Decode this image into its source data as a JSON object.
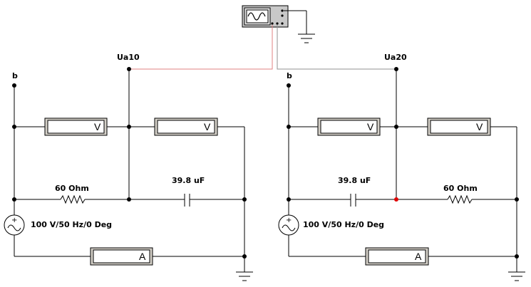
{
  "colors": {
    "wire": "#000000",
    "probe_wire": "#e08080",
    "probe_wire_2": "#909090",
    "junction": "#000000",
    "highlight_junction": "#e00000",
    "meter_body": "#d4d0c8",
    "oscilloscope_body": "#c8c8c8"
  },
  "oscilloscope": {
    "icon": "sine-wave-icon"
  },
  "circuit_left": {
    "node_b_label": "b",
    "node_ua_label": "Ua10",
    "resistor_label": "60 Ohm",
    "capacitor_label": "39.8 uF",
    "source_label": "100 V/50 Hz/0 Deg",
    "voltmeter1_label": "V",
    "voltmeter2_label": "V",
    "ammeter_label": "A",
    "source_sign": "+"
  },
  "circuit_right": {
    "node_b_label": "b",
    "node_ua_label": "Ua20",
    "resistor_label": "60 Ohm",
    "capacitor_label": "39.8 uF",
    "source_label": "100 V/50 Hz/0 Deg",
    "voltmeter1_label": "V",
    "voltmeter2_label": "V",
    "ammeter_label": "A",
    "source_sign": "+"
  }
}
